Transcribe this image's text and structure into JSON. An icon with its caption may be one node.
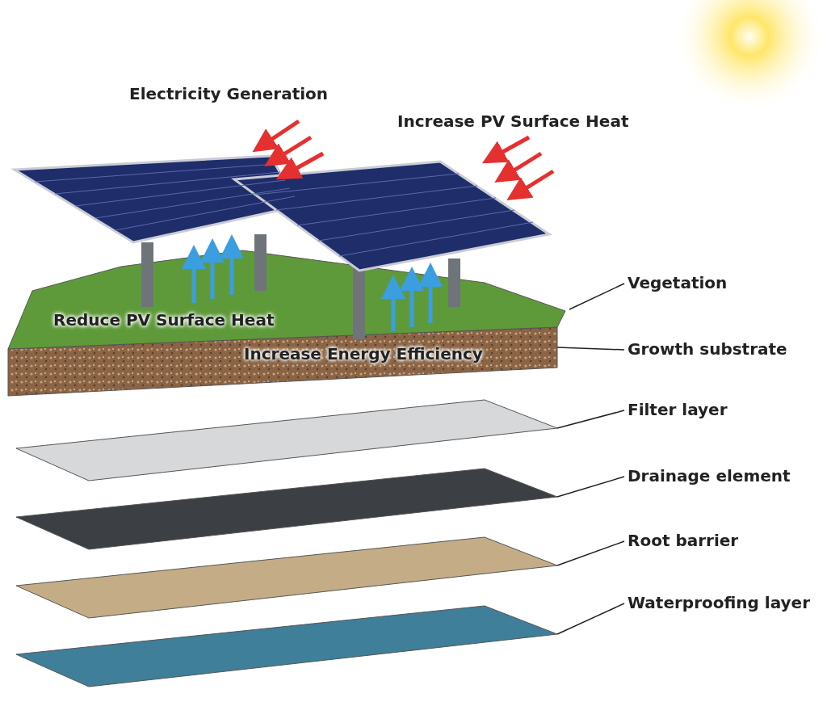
{
  "diagram": {
    "nodes": [
      {
        "text": [
          "Vegetation"
        ]
      },
      {
        "text": [
          "Growth substrate"
        ]
      },
      {
        "text": [
          "Filter layer"
        ]
      },
      {
        "text": [
          "Drainage element"
        ]
      },
      {
        "text": [
          "Root barrier"
        ]
      },
      {
        "text": [
          "Waterproofing layer"
        ]
      },
      {
        "text": [],
        "shape": "box"
      },
      {
        "text": [],
        "shape": "box"
      },
      {
        "text": [],
        "shape": "box"
      },
      {
        "text": [],
        "shape": "box"
      },
      {
        "text": [],
        "shape": "box"
      },
      {
        "text": [],
        "shape": "box"
      }
    ],
    "edges": [
      {
        "from": 0,
        "to": 6,
        "arrow": "none"
      },
      {
        "from": 1,
        "to": 7,
        "arrow": "none"
      },
      {
        "from": 2,
        "to": 8,
        "arrow": "none"
      },
      {
        "from": 3,
        "to": 9,
        "arrow": "none"
      },
      {
        "from": 4,
        "to": 10,
        "arrow": "none"
      },
      {
        "from": 5,
        "to": 11,
        "arrow": "none"
      }
    ],
    "labels": [
      "Electricity Generation",
      "Increase PV Surface Heat",
      "Reduce PV Surface Heat",
      "Increase Energy Efficiency"
    ]
  }
}
